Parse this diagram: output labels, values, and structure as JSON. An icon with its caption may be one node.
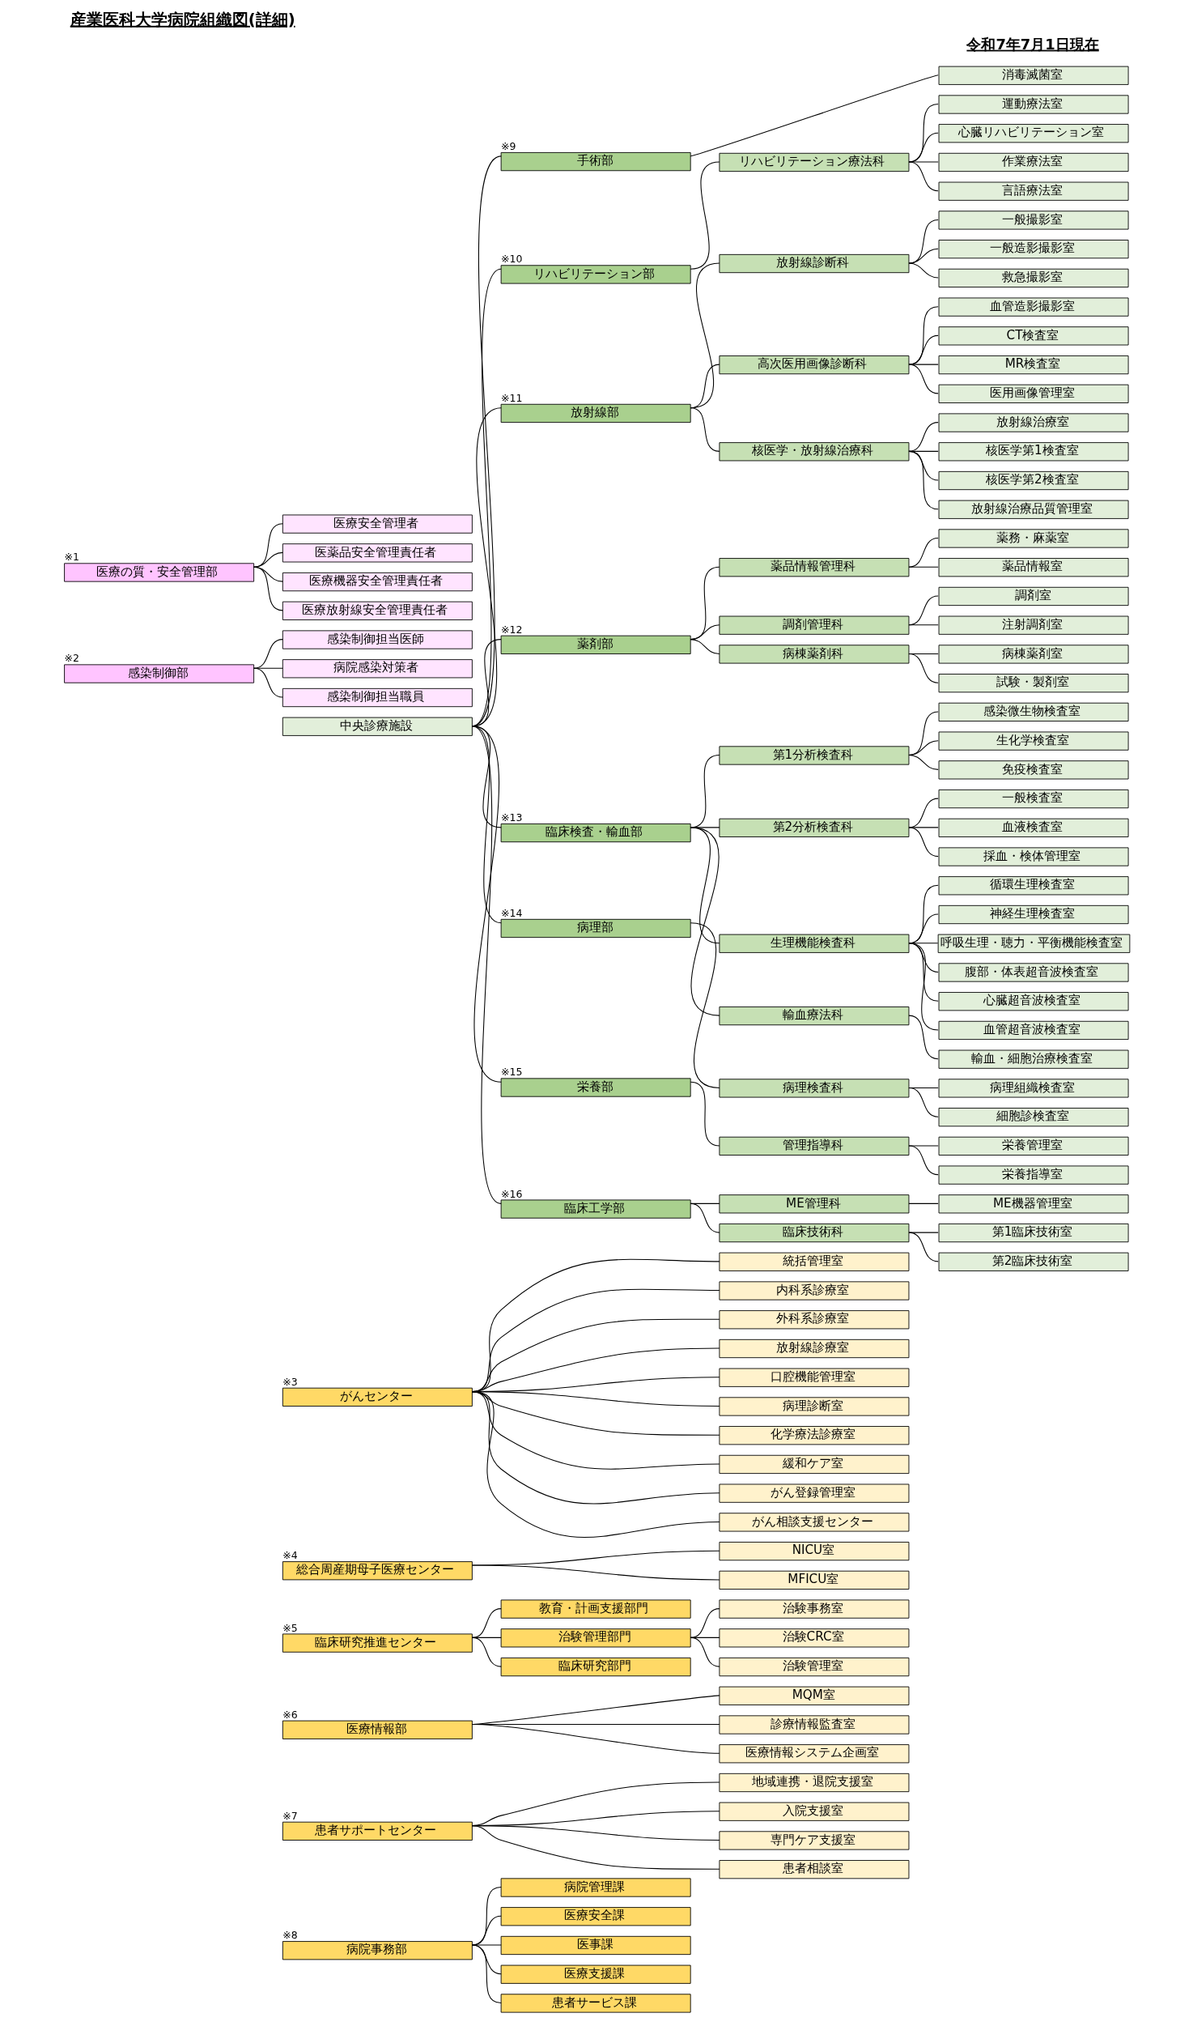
{
  "diagram": {
    "title": "産業医科大学病院組織図(詳細)",
    "nodes": [
      {
        "text": [
          "医療の質・安全管理部"
        ],
        "beside": [
          "※1"
        ]
      },
      {
        "text": [
          "医療安全管理者"
        ]
      },
      {
        "text": [
          "医薬品安全管理責任者"
        ]
      },
      {
        "text": [
          "医療機器安全管理責任者"
        ]
      },
      {
        "text": [
          "医療放射線安全管理責任者"
        ]
      },
      {
        "text": [
          "感染制御部"
        ],
        "beside": [
          "※2"
        ]
      },
      {
        "text": [
          "感染制御担当医師"
        ]
      },
      {
        "text": [
          "病院感染対策者"
        ]
      },
      {
        "text": [
          "感染制御担当職員"
        ]
      },
      {
        "text": [
          "中央診療施設"
        ]
      },
      {
        "text": [
          "手術部"
        ],
        "beside": [
          "※9"
        ]
      },
      {
        "text": [
          "消毒滅菌室"
        ]
      },
      {
        "text": [
          "リハビリテーション部"
        ],
        "beside": [
          "※10"
        ]
      },
      {
        "text": [
          "リハビリテーション療法科"
        ]
      },
      {
        "text": [
          "運動療法室"
        ]
      },
      {
        "text": [
          "心臓リハビリテーション室"
        ]
      },
      {
        "text": [
          "作業療法室"
        ]
      },
      {
        "text": [
          "言語療法室"
        ]
      },
      {
        "text": [
          "放射線部"
        ],
        "beside": [
          "※11"
        ]
      },
      {
        "text": [
          "放射線診断科"
        ]
      },
      {
        "text": [
          "一般撮影室"
        ]
      },
      {
        "text": [
          "一般造影撮影室"
        ]
      },
      {
        "text": [
          "救急撮影室"
        ]
      },
      {
        "text": [
          "高次医用画像診断科"
        ]
      },
      {
        "text": [
          "血管造影撮影室"
        ]
      },
      {
        "text": [
          "CT検査室"
        ]
      },
      {
        "text": [
          "MR検査室"
        ]
      },
      {
        "text": [
          "医用画像管理室"
        ]
      },
      {
        "text": [
          "核医学・放射線治療科"
        ]
      },
      {
        "text": [
          "放射線治療室"
        ]
      },
      {
        "text": [
          "核医学第1検査室"
        ]
      },
      {
        "text": [
          "核医学第2検査室"
        ]
      },
      {
        "text": [
          "放射線治療品質管理室"
        ]
      },
      {
        "text": [
          "薬剤部"
        ],
        "beside": [
          "※12"
        ]
      },
      {
        "text": [
          "薬品情報管理科"
        ]
      },
      {
        "text": [
          "薬務・麻薬室"
        ]
      },
      {
        "text": [
          "薬品情報室"
        ]
      },
      {
        "text": [
          "調剤管理科"
        ]
      },
      {
        "text": [
          "調剤室"
        ]
      },
      {
        "text": [
          "注射調剤室"
        ]
      },
      {
        "text": [
          "病棟薬剤科"
        ]
      },
      {
        "text": [
          "病棟薬剤室"
        ]
      },
      {
        "text": [
          "試験・製剤室"
        ]
      },
      {
        "text": [
          "臨床検査・輸血部"
        ],
        "beside": [
          "※13"
        ]
      },
      {
        "text": [
          "第1分析検査科"
        ]
      },
      {
        "text": [
          "感染微生物検査室"
        ]
      },
      {
        "text": [
          "生化学検査室"
        ]
      },
      {
        "text": [
          "免疫検査室"
        ]
      },
      {
        "text": [
          "第2分析検査科"
        ]
      },
      {
        "text": [
          "一般検査室"
        ]
      },
      {
        "text": [
          "血液検査室"
        ]
      },
      {
        "text": [
          "採血・検体管理室"
        ]
      },
      {
        "text": [
          "生理機能検査科"
        ]
      },
      {
        "text": [
          "循環生理検査室"
        ]
      },
      {
        "text": [
          "神経生理検査室"
        ]
      },
      {
        "text": [
          "呼吸生理・聴力・平衡機能検査室"
        ]
      },
      {
        "text": [
          "腹部・体表超音波検査室"
        ]
      },
      {
        "text": [
          "心臓超音波検査室"
        ]
      },
      {
        "text": [
          "血管超音波検査室"
        ]
      },
      {
        "text": [
          "輸血療法科"
        ]
      },
      {
        "text": [
          "輸血・細胞治療検査室"
        ]
      },
      {
        "text": [
          "病理部"
        ],
        "beside": [
          "※14"
        ]
      },
      {
        "text": [
          "病理検査科"
        ]
      },
      {
        "text": [
          "病理組織検査室"
        ]
      },
      {
        "text": [
          "細胞診検査室"
        ]
      },
      {
        "text": [
          "栄養部"
        ],
        "beside": [
          "※15"
        ]
      },
      {
        "text": [
          "管理指導科"
        ]
      },
      {
        "text": [
          "栄養管理室"
        ]
      },
      {
        "text": [
          "栄養指導室"
        ]
      },
      {
        "text": [
          "臨床工学部"
        ],
        "beside": [
          "※16"
        ]
      },
      {
        "text": [
          "ME管理科"
        ]
      },
      {
        "text": [
          "ME機器管理室"
        ]
      },
      {
        "text": [
          "臨床技術科"
        ]
      },
      {
        "text": [
          "第1臨床技術室"
        ]
      },
      {
        "text": [
          "第2臨床技術室"
        ]
      },
      {
        "text": [
          "がんセンター"
        ],
        "beside": [
          "※3"
        ]
      },
      {
        "text": [
          "統括管理室"
        ]
      },
      {
        "text": [
          "内科系診療室"
        ]
      },
      {
        "text": [
          "外科系診療室"
        ]
      },
      {
        "text": [
          "放射線診療室"
        ]
      },
      {
        "text": [
          "口腔機能管理室"
        ]
      },
      {
        "text": [
          "病理診断室"
        ]
      },
      {
        "text": [
          "化学療法診療室"
        ]
      },
      {
        "text": [
          "緩和ケア室"
        ]
      },
      {
        "text": [
          "がん登録管理室"
        ]
      },
      {
        "text": [
          "がん相談支援センター"
        ]
      },
      {
        "text": [
          "総合周産期母子医療センター"
        ],
        "beside": [
          "※4"
        ]
      },
      {
        "text": [
          "NICU室"
        ]
      },
      {
        "text": [
          "MFICU室"
        ]
      },
      {
        "text": [
          "臨床研究推進センター"
        ],
        "beside": [
          "※5"
        ]
      },
      {
        "text": [
          "教育・計画支援部門"
        ]
      },
      {
        "text": [
          "治験管理部門"
        ]
      },
      {
        "text": [
          "臨床研究部門"
        ]
      },
      {
        "text": [
          "治験事務室"
        ]
      },
      {
        "text": [
          "治験CRC室"
        ]
      },
      {
        "text": [
          "治験管理室"
        ]
      },
      {
        "text": [
          "医療情報部"
        ],
        "beside": [
          "※6"
        ]
      },
      {
        "text": [
          "MQM室"
        ]
      },
      {
        "text": [
          "診療情報監査室"
        ]
      },
      {
        "text": [
          "医療情報システム企画室"
        ]
      },
      {
        "text": [
          "患者サポートセンター"
        ],
        "beside": [
          "※7"
        ]
      },
      {
        "text": [
          "地域連携・退院支援室"
        ]
      },
      {
        "text": [
          "入院支援室"
        ]
      },
      {
        "text": [
          "専門ケア支援室"
        ]
      },
      {
        "text": [
          "患者相談室"
        ]
      },
      {
        "text": [
          "病院事務部"
        ],
        "beside": [
          "※8"
        ]
      },
      {
        "text": [
          "病院管理課"
        ]
      },
      {
        "text": [
          "医療安全課"
        ]
      },
      {
        "text": [
          "医事課"
        ]
      },
      {
        "text": [
          "医療支援課"
        ]
      },
      {
        "text": [
          "患者サービス課"
        ]
      }
    ],
    "edges": [
      {
        "from": 0,
        "to": 1,
        "arrow": "none"
      },
      {
        "from": 0,
        "to": 2,
        "arrow": "none"
      },
      {
        "from": 0,
        "to": 3,
        "arrow": "none"
      },
      {
        "from": 0,
        "to": 4,
        "arrow": "none"
      },
      {
        "from": 5,
        "to": 6,
        "arrow": "none"
      },
      {
        "from": 5,
        "to": 7,
        "arrow": "none"
      },
      {
        "from": 5,
        "to": 8,
        "arrow": "none"
      },
      {
        "from": 9,
        "to": 10,
        "arrow": "none"
      },
      {
        "from": 10,
        "to": 11,
        "arrow": "none"
      },
      {
        "from": 9,
        "to": 12,
        "arrow": "none"
      },
      {
        "from": 12,
        "to": 13,
        "arrow": "none"
      },
      {
        "from": 13,
        "to": 14,
        "arrow": "none"
      },
      {
        "from": 13,
        "to": 15,
        "arrow": "none"
      },
      {
        "from": 13,
        "to": 16,
        "arrow": "none"
      },
      {
        "from": 13,
        "to": 17,
        "arrow": "none"
      },
      {
        "from": 9,
        "to": 18,
        "arrow": "none"
      },
      {
        "from": 18,
        "to": 19,
        "arrow": "none"
      },
      {
        "from": 19,
        "to": 20,
        "arrow": "none"
      },
      {
        "from": 19,
        "to": 21,
        "arrow": "none"
      },
      {
        "from": 19,
        "to": 22,
        "arrow": "none"
      },
      {
        "from": 18,
        "to": 23,
        "arrow": "none"
      },
      {
        "from": 23,
        "to": 24,
        "arrow": "none"
      },
      {
        "from": 23,
        "to": 25,
        "arrow": "none"
      },
      {
        "from": 23,
        "to": 26,
        "arrow": "none"
      },
      {
        "from": 23,
        "to": 27,
        "arrow": "none"
      },
      {
        "from": 18,
        "to": 28,
        "arrow": "none"
      },
      {
        "from": 28,
        "to": 29,
        "arrow": "none"
      },
      {
        "from": 28,
        "to": 30,
        "arrow": "none"
      },
      {
        "from": 28,
        "to": 31,
        "arrow": "none"
      },
      {
        "from": 28,
        "to": 32,
        "arrow": "none"
      },
      {
        "from": 9,
        "to": 33,
        "arrow": "none"
      },
      {
        "from": 33,
        "to": 34,
        "arrow": "none"
      },
      {
        "from": 34,
        "to": 35,
        "arrow": "none"
      },
      {
        "from": 34,
        "to": 36,
        "arrow": "none"
      },
      {
        "from": 33,
        "to": 37,
        "arrow": "none"
      },
      {
        "from": 37,
        "to": 38,
        "arrow": "none"
      },
      {
        "from": 37,
        "to": 39,
        "arrow": "none"
      },
      {
        "from": 33,
        "to": 40,
        "arrow": "none"
      },
      {
        "from": 40,
        "to": 41,
        "arrow": "none"
      },
      {
        "from": 40,
        "to": 42,
        "arrow": "none"
      },
      {
        "from": 9,
        "to": 43,
        "arrow": "none"
      },
      {
        "from": 43,
        "to": 44,
        "arrow": "none"
      },
      {
        "from": 44,
        "to": 45,
        "arrow": "none"
      },
      {
        "from": 44,
        "to": 46,
        "arrow": "none"
      },
      {
        "from": 44,
        "to": 47,
        "arrow": "none"
      },
      {
        "from": 43,
        "to": 48,
        "arrow": "none"
      },
      {
        "from": 48,
        "to": 49,
        "arrow": "none"
      },
      {
        "from": 48,
        "to": 50,
        "arrow": "none"
      },
      {
        "from": 48,
        "to": 51,
        "arrow": "none"
      },
      {
        "from": 43,
        "to": 52,
        "arrow": "none"
      },
      {
        "from": 52,
        "to": 53,
        "arrow": "none"
      },
      {
        "from": 52,
        "to": 54,
        "arrow": "none"
      },
      {
        "from": 52,
        "to": 55,
        "arrow": "none"
      },
      {
        "from": 52,
        "to": 56,
        "arrow": "none"
      },
      {
        "from": 52,
        "to": 57,
        "arrow": "none"
      },
      {
        "from": 52,
        "to": 58,
        "arrow": "none"
      },
      {
        "from": 43,
        "to": 59,
        "arrow": "none"
      },
      {
        "from": 59,
        "to": 60,
        "arrow": "none"
      },
      {
        "from": 9,
        "to": 61,
        "arrow": "none"
      },
      {
        "from": 61,
        "to": 62,
        "arrow": "none"
      },
      {
        "from": 62,
        "to": 63,
        "arrow": "none"
      },
      {
        "from": 62,
        "to": 64,
        "arrow": "none"
      },
      {
        "from": 9,
        "to": 65,
        "arrow": "none"
      },
      {
        "from": 65,
        "to": 66,
        "arrow": "none"
      },
      {
        "from": 66,
        "to": 67,
        "arrow": "none"
      },
      {
        "from": 66,
        "to": 68,
        "arrow": "none"
      },
      {
        "from": 9,
        "to": 69,
        "arrow": "none"
      },
      {
        "from": 69,
        "to": 70,
        "arrow": "none"
      },
      {
        "from": 70,
        "to": 71,
        "arrow": "none"
      },
      {
        "from": 69,
        "to": 72,
        "arrow": "none"
      },
      {
        "from": 72,
        "to": 73,
        "arrow": "none"
      },
      {
        "from": 72,
        "to": 74,
        "arrow": "none"
      },
      {
        "from": 75,
        "to": 76,
        "arrow": "none"
      },
      {
        "from": 75,
        "to": 77,
        "arrow": "none"
      },
      {
        "from": 75,
        "to": 78,
        "arrow": "none"
      },
      {
        "from": 75,
        "to": 79,
        "arrow": "none"
      },
      {
        "from": 75,
        "to": 80,
        "arrow": "none"
      },
      {
        "from": 75,
        "to": 81,
        "arrow": "none"
      },
      {
        "from": 75,
        "to": 82,
        "arrow": "none"
      },
      {
        "from": 75,
        "to": 83,
        "arrow": "none"
      },
      {
        "from": 75,
        "to": 84,
        "arrow": "none"
      },
      {
        "from": 75,
        "to": 85,
        "arrow": "none"
      },
      {
        "from": 86,
        "to": 87,
        "arrow": "none"
      },
      {
        "from": 86,
        "to": 88,
        "arrow": "none"
      },
      {
        "from": 89,
        "to": 90,
        "arrow": "none"
      },
      {
        "from": 89,
        "to": 91,
        "arrow": "none"
      },
      {
        "from": 89,
        "to": 92,
        "arrow": "none"
      },
      {
        "from": 91,
        "to": 93,
        "arrow": "none"
      },
      {
        "from": 91,
        "to": 94,
        "arrow": "none"
      },
      {
        "from": 91,
        "to": 95,
        "arrow": "none"
      },
      {
        "from": 96,
        "to": 97,
        "arrow": "none"
      },
      {
        "from": 96,
        "to": 98,
        "arrow": "none"
      },
      {
        "from": 96,
        "to": 99,
        "arrow": "none"
      },
      {
        "from": 100,
        "to": 101,
        "arrow": "none"
      },
      {
        "from": 100,
        "to": 102,
        "arrow": "none"
      },
      {
        "from": 100,
        "to": 103,
        "arrow": "none"
      },
      {
        "from": 100,
        "to": 104,
        "arrow": "none"
      },
      {
        "from": 105,
        "to": 106,
        "arrow": "none"
      },
      {
        "from": 105,
        "to": 107,
        "arrow": "none"
      },
      {
        "from": 105,
        "to": 108,
        "arrow": "none"
      },
      {
        "from": 105,
        "to": 109,
        "arrow": "none"
      },
      {
        "from": 105,
        "to": 110,
        "arrow": "none"
      }
    ],
    "labels": [
      "令和7年7月1日現在"
    ]
  }
}
